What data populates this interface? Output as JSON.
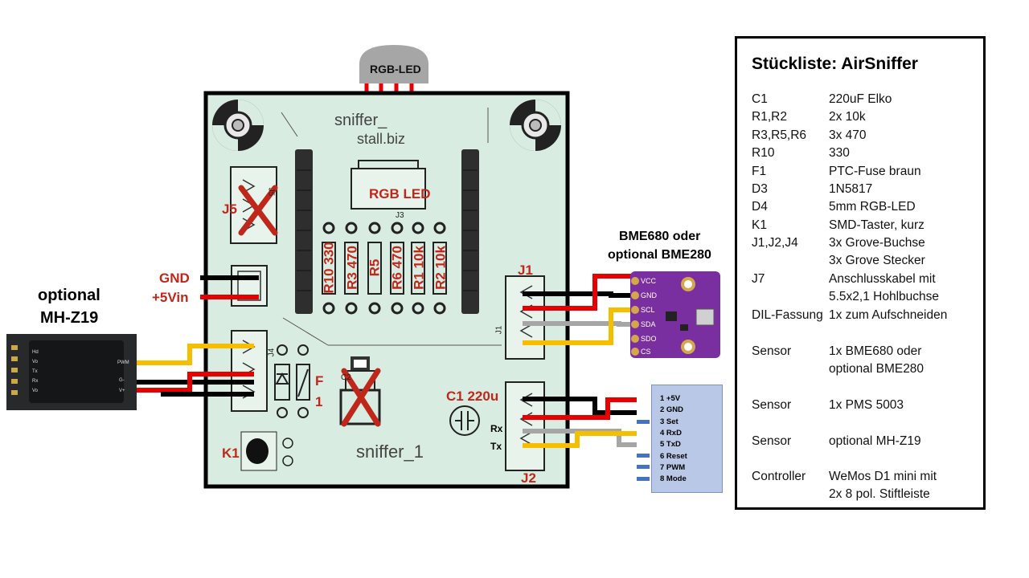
{
  "led": {
    "label": "RGB-LED"
  },
  "pcb": {
    "title_partial": "sniffer_",
    "site_partial": "stall.biz",
    "name": "sniffer_1",
    "j3_overlay": "RGB LED",
    "j3_label": "J3",
    "j5_label": "J5",
    "j5_silk": "J5",
    "j1_silk": "J1",
    "j4_silk": "J4",
    "f_label_f": "F",
    "f_label_1": "1",
    "c2_silk": "C2",
    "k1_label": "K1",
    "c1_label": "C1 220u",
    "j1_label": "J1",
    "j2_label": "J2",
    "rx": "Rx",
    "tx": "Tx",
    "resistors": [
      {
        "label": "R10 330"
      },
      {
        "label": "R3 470"
      },
      {
        "label": "R5"
      },
      {
        "label": "R6 470"
      },
      {
        "label": "R1 10k"
      },
      {
        "label": "R2 10k"
      }
    ],
    "gnd": "GND",
    "vin": "+5Vin"
  },
  "mhz": {
    "title_line1": "optional",
    "title_line2": "MH-Z19",
    "pins": [
      "Hd",
      "Vo",
      "Tx",
      "Rx",
      "Vo"
    ],
    "right_pins": [
      "PWM",
      "G-",
      "V+"
    ]
  },
  "bme": {
    "title_line1": "BME680 oder",
    "title_line2": "optional BME280",
    "pins": [
      "VCC",
      "GND",
      "SCL",
      "SDA",
      "SDO",
      "CS"
    ]
  },
  "pms": {
    "pins": [
      "1  +5V",
      "2  GND",
      "3  Set",
      "4  RxD",
      "5  TxD",
      "6  Reset",
      "7  PWM",
      "8  Mode"
    ]
  },
  "bom": {
    "title": "Stückliste:  AirSniffer",
    "rows": [
      {
        "part": "C1",
        "desc": [
          "220uF Elko"
        ]
      },
      {
        "part": "R1,R2",
        "desc": [
          "2x 10k"
        ]
      },
      {
        "part": "R3,R5,R6",
        "desc": [
          "3x 470"
        ]
      },
      {
        "part": "R10",
        "desc": [
          "330"
        ]
      },
      {
        "part": "F1",
        "desc": [
          "PTC-Fuse braun"
        ]
      },
      {
        "part": "D3",
        "desc": [
          "1N5817"
        ]
      },
      {
        "part": "D4",
        "desc": [
          "5mm RGB-LED"
        ]
      },
      {
        "part": "K1",
        "desc": [
          "SMD-Taster, kurz"
        ]
      },
      {
        "part": "J1,J2,J4",
        "desc": [
          "3x Grove-Buchse",
          "3x Grove Stecker"
        ]
      },
      {
        "part": "J7",
        "desc": [
          "Anschlusskabel mit",
          "5.5x2,1 Hohlbuchse"
        ]
      },
      {
        "part": "DIL-Fassung",
        "desc": [
          "1x zum Aufschneiden"
        ]
      },
      {
        "part": "Sensor",
        "desc": [
          "1x BME680  oder",
          "optional BME280"
        ]
      },
      {
        "part": "Sensor",
        "desc": [
          "1x PMS 5003"
        ]
      },
      {
        "part": "Sensor",
        "desc": [
          "optional MH-Z19"
        ]
      },
      {
        "part": "Controller",
        "desc": [
          "WeMos D1 mini  mit",
          "2x  8 pol. Stiftleiste"
        ]
      }
    ]
  },
  "colors": {
    "pcb": "#d9ece1",
    "red_wire": "#e60000",
    "black_wire": "#000000",
    "yellow_wire": "#f5bf00",
    "grey_wire": "#a6a6a6",
    "blue_pin": "#4472c4",
    "led": "#a6a6a6",
    "bme_board": "#7a2fa0",
    "label_red": "#c0271b"
  }
}
